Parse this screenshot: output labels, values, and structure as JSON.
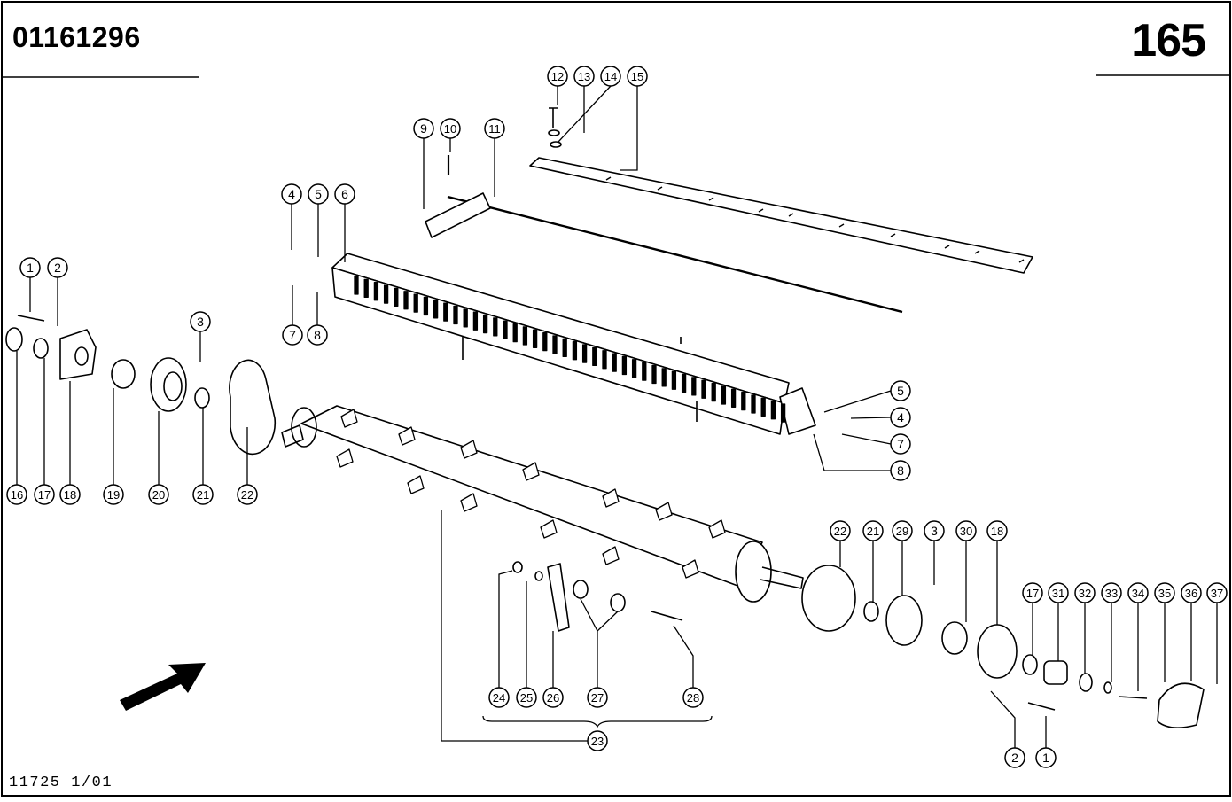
{
  "header": {
    "part_number": "01161296",
    "page_number": "165"
  },
  "footer": {
    "drawing_number": "11725 1/01"
  },
  "callouts": [
    {
      "label": "1"
    },
    {
      "label": "2"
    },
    {
      "label": "16"
    },
    {
      "label": "17"
    },
    {
      "label": "18"
    },
    {
      "label": "19"
    },
    {
      "label": "3"
    },
    {
      "label": "20"
    },
    {
      "label": "21"
    },
    {
      "label": "22"
    },
    {
      "label": "4"
    },
    {
      "label": "5"
    },
    {
      "label": "6"
    },
    {
      "label": "7"
    },
    {
      "label": "8"
    },
    {
      "label": "9"
    },
    {
      "label": "10"
    },
    {
      "label": "11"
    },
    {
      "label": "12"
    },
    {
      "label": "13"
    },
    {
      "label": "14"
    },
    {
      "label": "15"
    },
    {
      "label": "5"
    },
    {
      "label": "4"
    },
    {
      "label": "7"
    },
    {
      "label": "8"
    },
    {
      "label": "22"
    },
    {
      "label": "21"
    },
    {
      "label": "29"
    },
    {
      "label": "3"
    },
    {
      "label": "30"
    },
    {
      "label": "18"
    },
    {
      "label": "17"
    },
    {
      "label": "31"
    },
    {
      "label": "32"
    },
    {
      "label": "33"
    },
    {
      "label": "34"
    },
    {
      "label": "35"
    },
    {
      "label": "36"
    },
    {
      "label": "37"
    },
    {
      "label": "24"
    },
    {
      "label": "25"
    },
    {
      "label": "26"
    },
    {
      "label": "27"
    },
    {
      "label": "28"
    },
    {
      "label": "23"
    },
    {
      "label": "2"
    },
    {
      "label": "1"
    }
  ]
}
